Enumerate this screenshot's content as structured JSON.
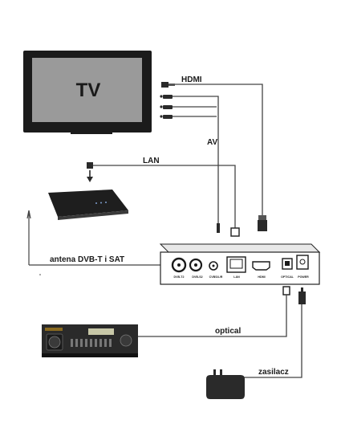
{
  "tv": {
    "screen_label": "TV"
  },
  "cables": {
    "hdmi": "HDMI",
    "av": "AV",
    "lan": "LAN",
    "antenna": "antena DVB-T i SAT",
    "optical": "optical",
    "power": "zasilacz"
  },
  "receiver_ports": {
    "dvbt2": "DVB-T2",
    "dvbs2": "DVB-S2",
    "cvbs": "CVBS/L/R",
    "lan": "LAN",
    "hdmi": "HDMI",
    "optical": "OPTICAL",
    "power": "POWER"
  },
  "colors": {
    "tv_frame": "#1b1b1b",
    "tv_screen": "#9a9a9a",
    "wire": "#444444",
    "device": "#2a2a2a",
    "amp_display": "#c8c8a8"
  },
  "icons": [
    "tv-icon",
    "router-icon",
    "antenna-icon",
    "receiver-icon",
    "amplifier-icon",
    "power-adapter-icon",
    "hdmi-plug-icon",
    "rca-plug-icon",
    "ethernet-plug-icon",
    "optical-plug-icon",
    "dc-plug-icon"
  ]
}
